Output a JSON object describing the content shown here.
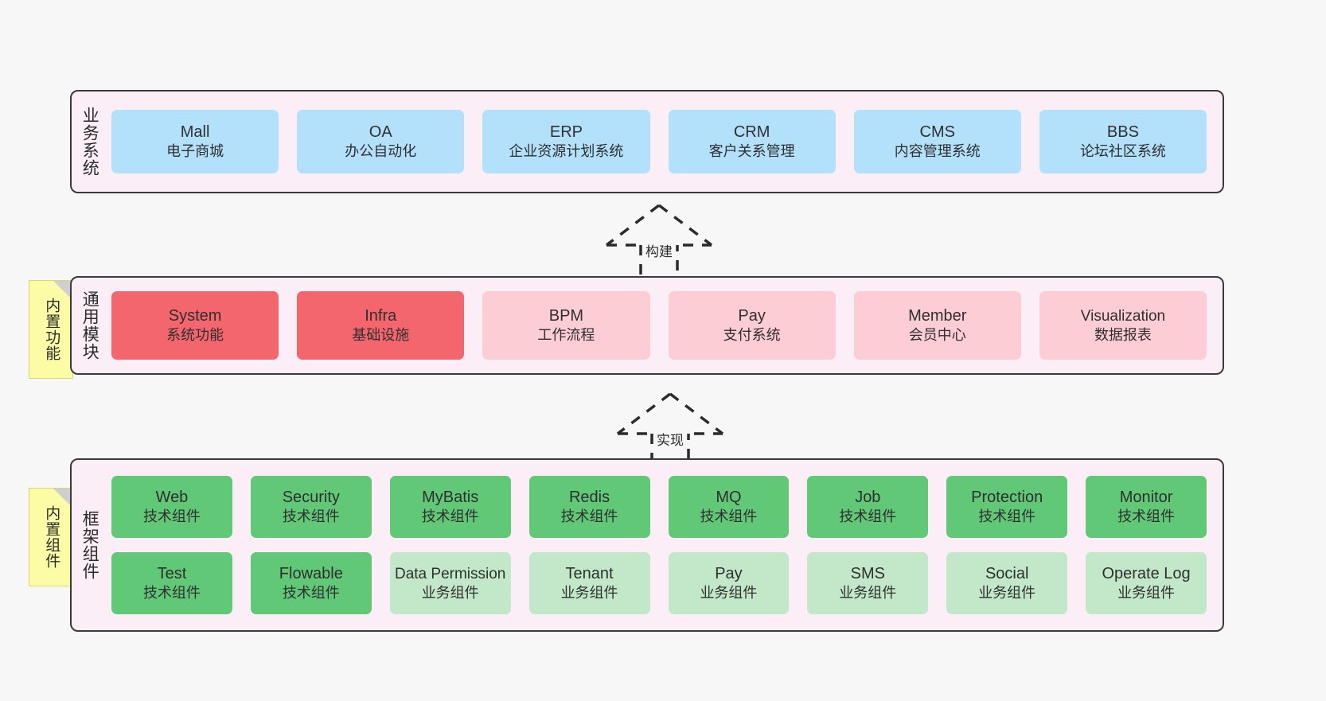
{
  "diagram": {
    "background": "#f7f7f7",
    "palette": {
      "panel_bg": "#fbeef7",
      "panel_border": "#3b3b3b",
      "blue": "#b3e0fb",
      "red": "#f4666d",
      "pink": "#fccdd4",
      "green": "#61c878",
      "light_green": "#c3e8c9",
      "sticky_yellow": "#fcfca6",
      "sticky_fold": "#cfcfcf",
      "text": "#2f2f2f"
    }
  },
  "layers": {
    "business": {
      "title": "业务系统",
      "cards": [
        {
          "en": "Mall",
          "cn": "电子商城",
          "color": "blue"
        },
        {
          "en": "OA",
          "cn": "办公自动化",
          "color": "blue"
        },
        {
          "en": "ERP",
          "cn": "企业资源计划系统",
          "color": "blue"
        },
        {
          "en": "CRM",
          "cn": "客户关系管理",
          "color": "blue"
        },
        {
          "en": "CMS",
          "cn": "内容管理系统",
          "color": "blue"
        },
        {
          "en": "BBS",
          "cn": "论坛社区系统",
          "color": "blue"
        }
      ]
    },
    "modules": {
      "title": "通用模块",
      "sticky": "内置功能",
      "cards": [
        {
          "en": "System",
          "cn": "系统功能",
          "color": "red"
        },
        {
          "en": "Infra",
          "cn": "基础设施",
          "color": "red"
        },
        {
          "en": "BPM",
          "cn": "工作流程",
          "color": "pink"
        },
        {
          "en": "Pay",
          "cn": "支付系统",
          "color": "pink"
        },
        {
          "en": "Member",
          "cn": "会员中心",
          "color": "pink"
        },
        {
          "en": "Visualization",
          "cn": "数据报表",
          "color": "pink"
        }
      ]
    },
    "framework": {
      "title": "框架组件",
      "sticky": "内置组件",
      "row1": [
        {
          "en": "Web",
          "cn": "技术组件",
          "color": "green"
        },
        {
          "en": "Security",
          "cn": "技术组件",
          "color": "green"
        },
        {
          "en": "MyBatis",
          "cn": "技术组件",
          "color": "green"
        },
        {
          "en": "Redis",
          "cn": "技术组件",
          "color": "green"
        },
        {
          "en": "MQ",
          "cn": "技术组件",
          "color": "green"
        },
        {
          "en": "Job",
          "cn": "技术组件",
          "color": "green"
        },
        {
          "en": "Protection",
          "cn": "技术组件",
          "color": "green"
        },
        {
          "en": "Monitor",
          "cn": "技术组件",
          "color": "green"
        }
      ],
      "row2": [
        {
          "en": "Test",
          "cn": "技术组件",
          "color": "green"
        },
        {
          "en": "Flowable",
          "cn": "技术组件",
          "color": "green"
        },
        {
          "en": "Data Permission",
          "cn": "业务组件",
          "color": "light_green"
        },
        {
          "en": "Tenant",
          "cn": "业务组件",
          "color": "light_green"
        },
        {
          "en": "Pay",
          "cn": "业务组件",
          "color": "light_green"
        },
        {
          "en": "SMS",
          "cn": "业务组件",
          "color": "light_green"
        },
        {
          "en": "Social",
          "cn": "业务组件",
          "color": "light_green"
        },
        {
          "en": "Operate Log",
          "cn": "业务组件",
          "color": "light_green"
        }
      ]
    }
  },
  "connectors": [
    {
      "label": "构建",
      "from": "modules",
      "to": "business"
    },
    {
      "label": "实现",
      "from": "framework",
      "to": "modules"
    }
  ]
}
